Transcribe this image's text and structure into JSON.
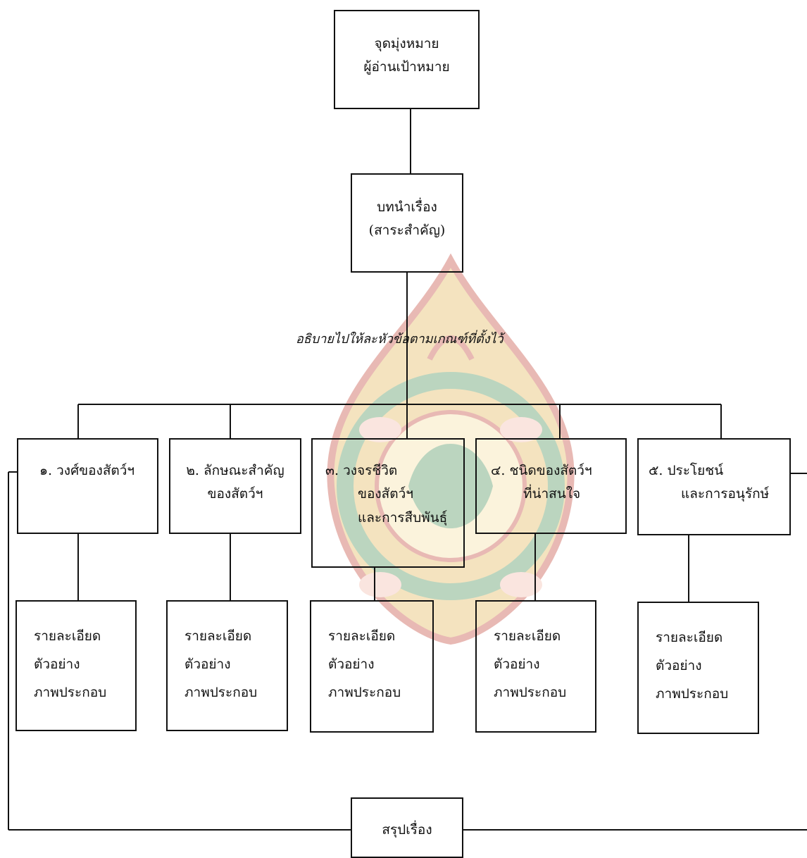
{
  "goal": {
    "line1": "จุดมุ่งหมาย",
    "line2": "ผู้อ่านเป้าหมาย"
  },
  "intro": {
    "line1": "บทนำเรื่อง",
    "line2": "(สาระสำคัญ)"
  },
  "caption": "อธิบายไปให้ละหัวข้อตามเกณฑ์ที่ตั้งไว้",
  "topics": [
    {
      "lines": [
        "๑.  วงศ์ของสัตว์ฯ"
      ]
    },
    {
      "lines": [
        "๒.  ลักษณะสำคัญ",
        "ของสัตว์ฯ"
      ]
    },
    {
      "lines": [
        "๓.  วงจรชีวิต",
        "ของสัตว์ฯ",
        "และการสืบพันธุ์"
      ]
    },
    {
      "lines": [
        "๔.  ชนิดของสัตว์ฯ",
        "ที่น่าสนใจ"
      ]
    },
    {
      "lines": [
        "๕.  ประโยชน์",
        "และการอนุรักษ์"
      ]
    }
  ],
  "details": [
    {
      "lines": [
        "รายละเอียด",
        "ตัวอย่าง",
        "ภาพประกอบ"
      ]
    },
    {
      "lines": [
        "รายละเอียด",
        "ตัวอย่าง",
        "ภาพประกอบ"
      ]
    },
    {
      "lines": [
        "รายละเอียด",
        "ตัวอย่าง",
        "ภาพประกอบ"
      ]
    },
    {
      "lines": [
        "รายละเอียด",
        "ตัวอย่าง",
        "ภาพประกอบ"
      ]
    },
    {
      "lines": [
        "รายละเอียด",
        "ตัวอย่าง",
        "ภาพประกอบ"
      ]
    }
  ],
  "conclusion": "สรุปเรื่อง",
  "colors": {
    "line": "#111111",
    "watermark_red": "#c0392b",
    "watermark_gold": "#e0b24a",
    "watermark_green": "#3f8a4a"
  }
}
